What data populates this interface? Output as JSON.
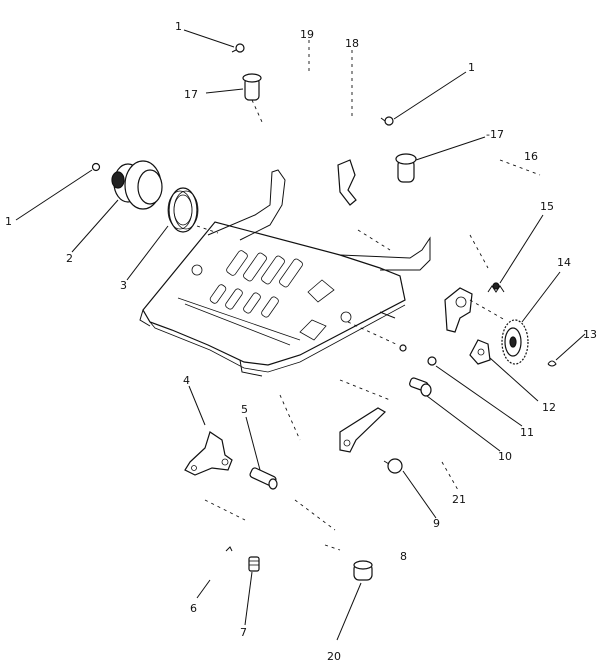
{
  "diagram": {
    "callouts": [
      {
        "id": "c1a",
        "text": "1"
      },
      {
        "id": "c19",
        "text": "19"
      },
      {
        "id": "c18",
        "text": "18"
      },
      {
        "id": "c1b",
        "text": "1"
      },
      {
        "id": "c17a",
        "text": "17"
      },
      {
        "id": "c17b",
        "text": "-17"
      },
      {
        "id": "c16",
        "text": "16"
      },
      {
        "id": "c1c",
        "text": "1"
      },
      {
        "id": "c2",
        "text": "2"
      },
      {
        "id": "c3",
        "text": "3"
      },
      {
        "id": "c15",
        "text": "15"
      },
      {
        "id": "c14",
        "text": "14"
      },
      {
        "id": "c13",
        "text": "13"
      },
      {
        "id": "c12",
        "text": "12"
      },
      {
        "id": "c11",
        "text": "11"
      },
      {
        "id": "c10",
        "text": "10"
      },
      {
        "id": "c4",
        "text": "4"
      },
      {
        "id": "c5",
        "text": "5"
      },
      {
        "id": "c21",
        "text": "21"
      },
      {
        "id": "c9",
        "text": "9"
      },
      {
        "id": "c8",
        "text": "8"
      },
      {
        "id": "c6",
        "text": "6"
      },
      {
        "id": "c7",
        "text": "7"
      },
      {
        "id": "c20",
        "text": "20"
      }
    ]
  }
}
